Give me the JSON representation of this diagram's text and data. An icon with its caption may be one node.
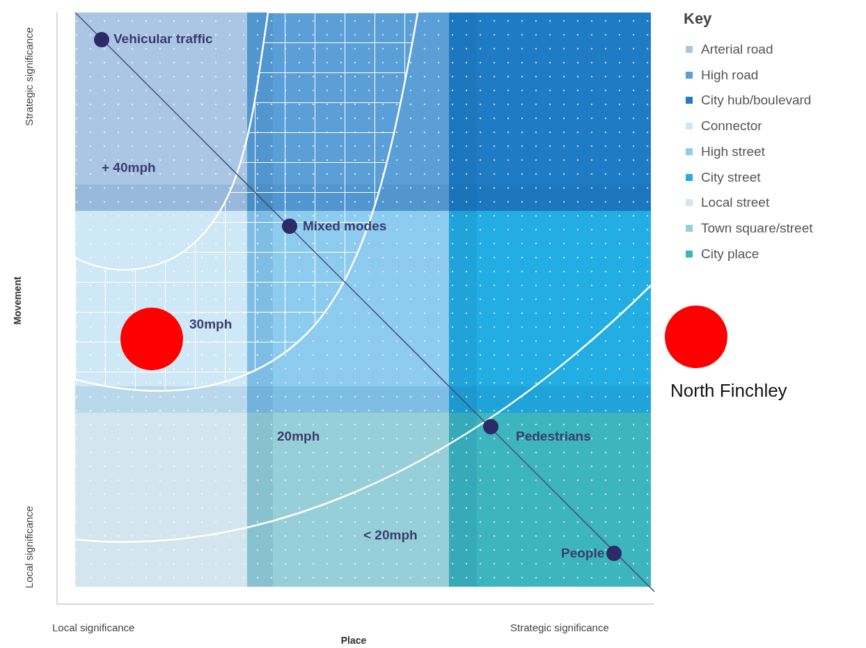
{
  "diagram": {
    "nodes": [
      {
        "text": [],
        "shape": "circle"
      },
      {
        "text": [],
        "shape": "circle",
        "beside": [
          "North Finchley"
        ]
      }
    ],
    "labels": [
      "Strategic significance",
      "Vehicular traffic",
      "Key",
      "+ 40mph",
      "Mixed modes",
      "Movement",
      "30mph",
      "20mph",
      "Pedestrians",
      "Local significance",
      "< 20mph",
      "People",
      "Local significance",
      "Place",
      "Strategic significance"
    ],
    "legend": [
      {
        "text": "Arterial road",
        "color": "#aac6e4"
      },
      {
        "text": "High road",
        "color": "#5b9fd9"
      },
      {
        "text": "City hub/boulevard",
        "color": "#1f7cc4"
      },
      {
        "text": "Connector",
        "color": "#cfe8f6"
      },
      {
        "text": "High street",
        "color": "#8dcbef"
      },
      {
        "text": "City street",
        "color": "#22ade3"
      },
      {
        "text": "Local street",
        "color": "#d3e5ee"
      },
      {
        "text": "Town square/street",
        "color": "#97cfd8"
      },
      {
        "text": "City place",
        "color": "#3cb5bf"
      }
    ]
  }
}
